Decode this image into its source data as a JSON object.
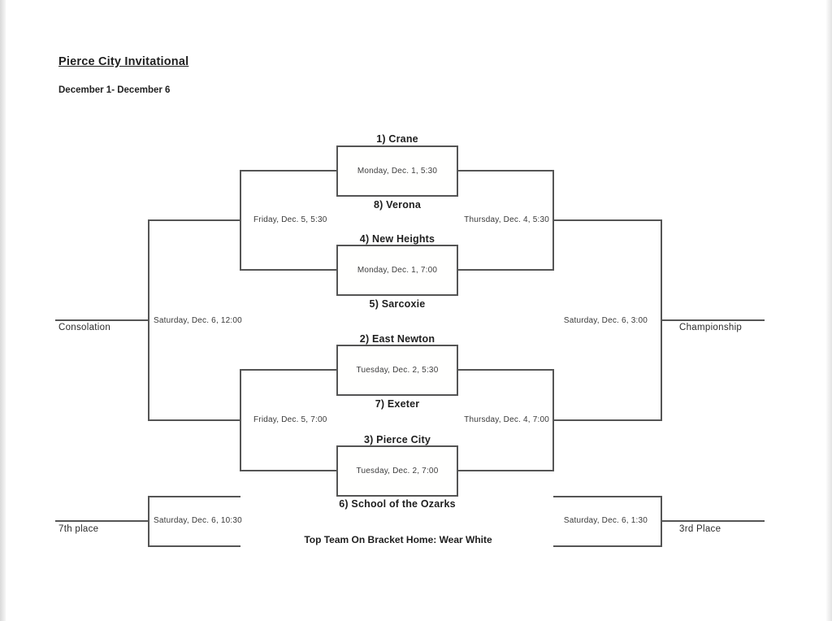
{
  "header": {
    "title": "Pierce City Invitational",
    "dates": "December 1- December 6"
  },
  "games": [
    {
      "top_team": "1) Crane",
      "time": "Monday, Dec. 1, 5:30",
      "bottom_team": "8) Verona"
    },
    {
      "top_team": "4) New Heights",
      "time": "Monday, Dec. 1, 7:00",
      "bottom_team": "5) Sarcoxie"
    },
    {
      "top_team": "2) East Newton",
      "time": "Tuesday, Dec. 2, 5:30",
      "bottom_team": "7) Exeter"
    },
    {
      "top_team": "3) Pierce City",
      "time": "Tuesday, Dec. 2, 7:00",
      "bottom_team": "6) School of the Ozarks"
    }
  ],
  "semifinals": {
    "consolation_top": "Friday, Dec. 5, 5:30",
    "consolation_bottom": "Friday, Dec. 5, 7:00",
    "championship_top": "Thursday, Dec. 4, 5:30",
    "championship_bottom": "Thursday, Dec. 4, 7:00"
  },
  "finals": {
    "consolation": {
      "label": "Consolation",
      "time": "Saturday, Dec. 6, 12:00"
    },
    "championship": {
      "label": "Championship",
      "time": "Saturday, Dec. 6, 3:00"
    },
    "seventh_place": {
      "label": "7th place",
      "time": "Saturday, Dec. 6, 10:30"
    },
    "third_place": {
      "label": "3rd Place",
      "time": "Saturday, Dec. 6, 1:30"
    }
  },
  "footnote": "Top Team On Bracket Home: Wear White",
  "colors": {
    "line": "#555555",
    "text": "#262626",
    "background": "#ffffff"
  }
}
